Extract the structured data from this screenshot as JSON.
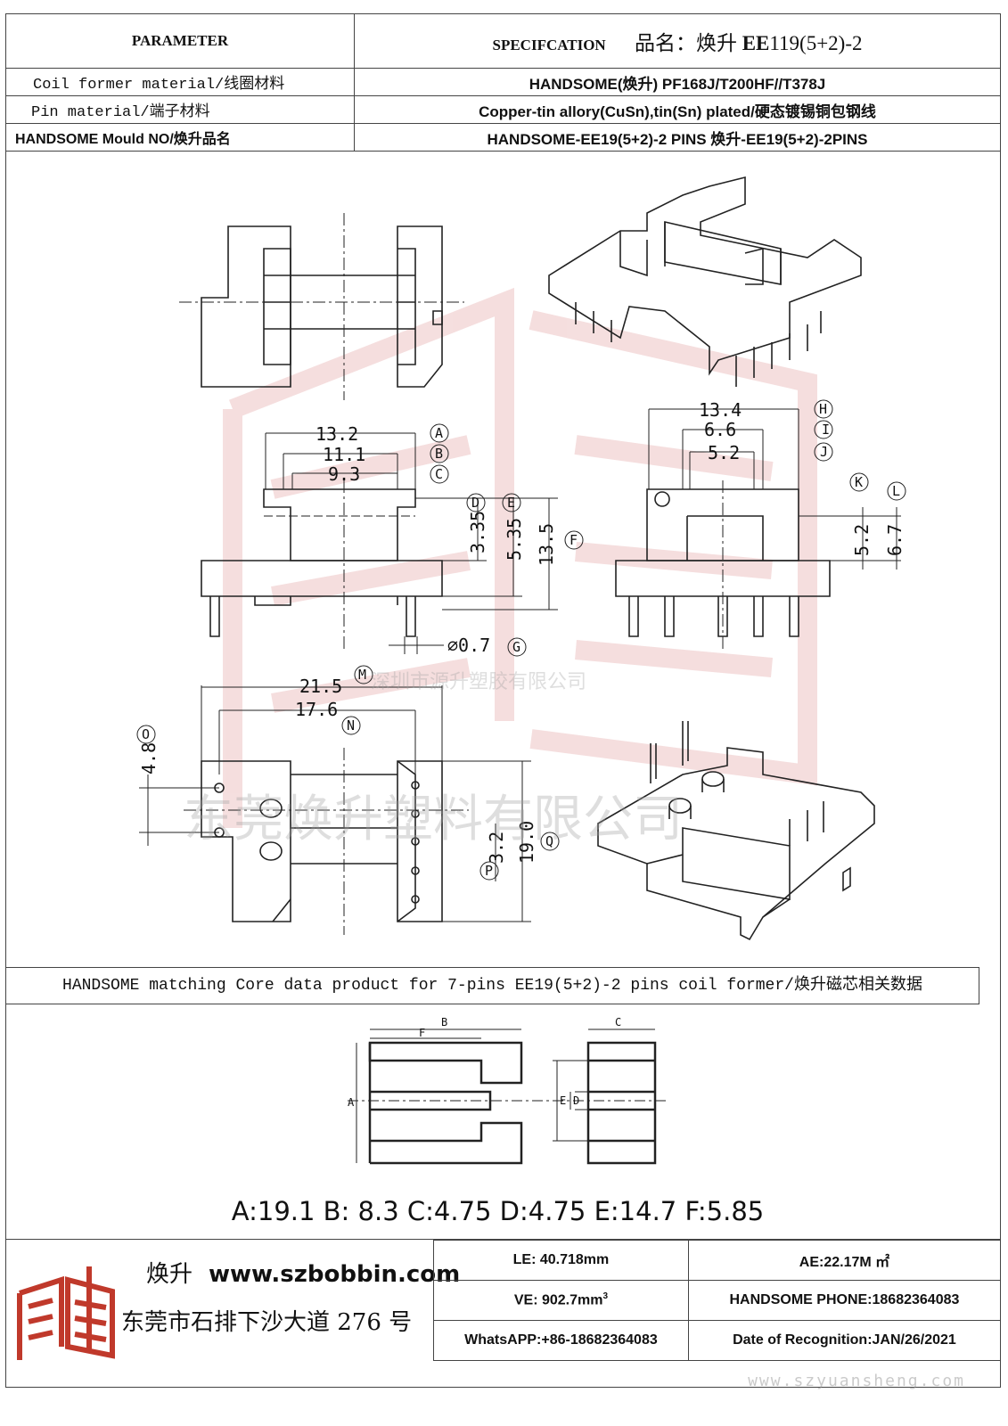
{
  "header": {
    "parameter": "PARAMETER",
    "specification": "SPECIFCATION",
    "product_name_label": "品名：焕升",
    "product_name_bold": "EE",
    "product_name_rest": "119(5+2)-2"
  },
  "rows": [
    {
      "label": "Coil former material/线圈材料",
      "value": "HANDSOME(焕升)   PF168J/T200HF//T378J"
    },
    {
      "label": "Pin material/端子材料",
      "value": "Copper-tin allory(CuSn),tin(Sn) plated/硬态镀锡铜包钢线"
    },
    {
      "label": "HANDSOME Mould NO/焕升品名",
      "value": "HANDSOME-EE19(5+2)-2 PINS    焕升-EE19(5+2)-2PINS"
    }
  ],
  "drawing": {
    "dims": {
      "a": "13.2",
      "b": "11.1",
      "c": "9.3",
      "d": "3.35",
      "e": "5.35",
      "f": "13.5",
      "g": "⌀0.7",
      "h": "13.4",
      "i": "6.6",
      "j": "5.2",
      "k": "5.2",
      "l": "6.7",
      "m": "21.5",
      "n": "17.6",
      "o": "4.8",
      "p": "3.2",
      "q": "19.0"
    },
    "callouts": [
      "A",
      "B",
      "C",
      "D",
      "E",
      "F",
      "G",
      "H",
      "I",
      "J",
      "K",
      "L",
      "M",
      "N",
      "O",
      "P",
      "Q"
    ],
    "watermark_company1": "深圳市源升塑胶有限公司",
    "watermark_company2": "东莞焕升塑料有限公司"
  },
  "matching_caption": "HANDSOME matching Core data  product for 7-pins EE19(5+2)-2 pins coil former/焕升磁芯相关数据",
  "core_labels": {
    "a": "A",
    "b": "B",
    "c": "C",
    "d": "D",
    "e": "E",
    "f": "F"
  },
  "core_data": "A:19.1 B: 8.3 C:4.75 D:4.75 E:14.7 F:5.85",
  "footer": {
    "brand_cn": "焕升",
    "website": "www.szbobbin.com",
    "address": "东莞市石排下沙大道 276 号",
    "le": "LE: 40.718mm",
    "ae": "AE:22.17M ㎡",
    "ve": "VE: 902.7mm",
    "ve_sup": "3",
    "phone": "HANDSOME PHONE:18682364083",
    "whatsapp": "WhatsAPP:+86-18682364083",
    "date": "Date of Recognition:JAN/26/2021",
    "url_watermark": "www.szyuansheng.com"
  },
  "colors": {
    "watermark_red": "#e8b9b9",
    "line": "#222222"
  }
}
